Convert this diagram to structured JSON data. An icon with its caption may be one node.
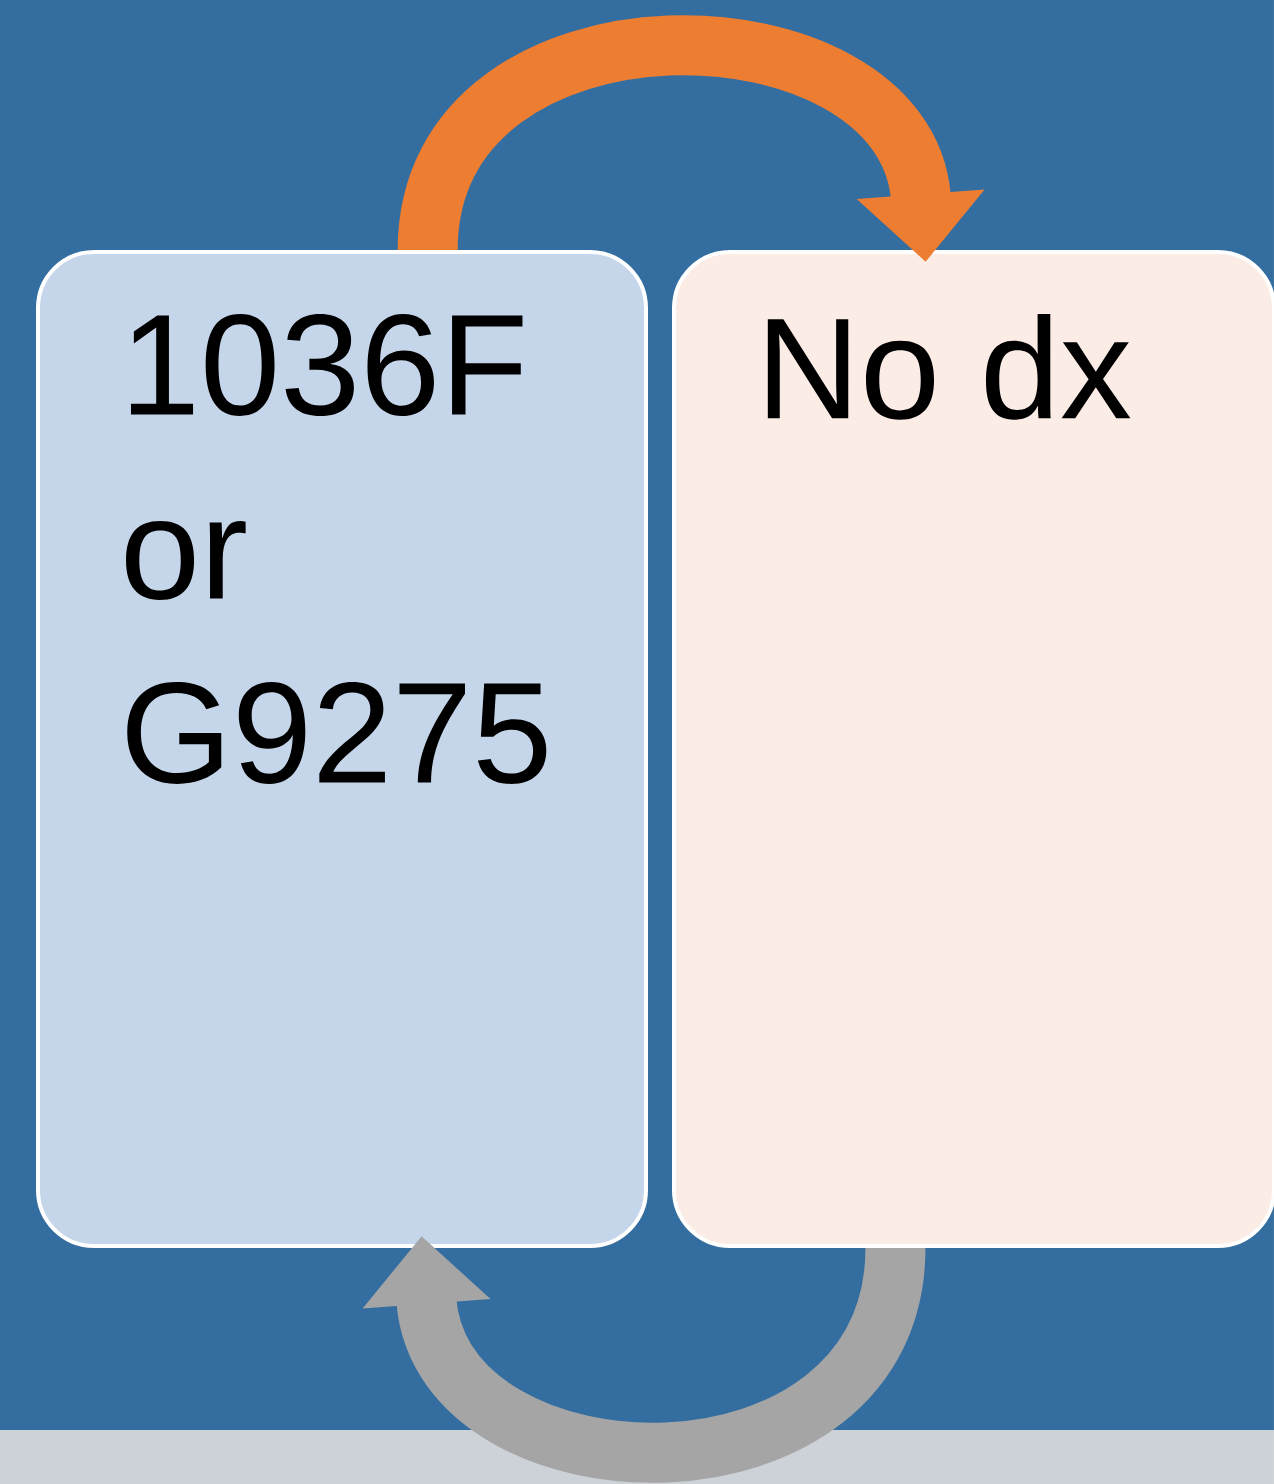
{
  "diagram": {
    "nodes": [
      {
        "text": [
          "1036F or G9275"
        ]
      },
      {
        "text": [
          "No dx"
        ]
      }
    ],
    "edges": [
      {
        "from": 0,
        "to": 1,
        "arrow": "to",
        "color": "#ed7d31"
      },
      {
        "from": 1,
        "to": 0,
        "arrow": "to",
        "color": "#a5a5a5"
      }
    ]
  }
}
